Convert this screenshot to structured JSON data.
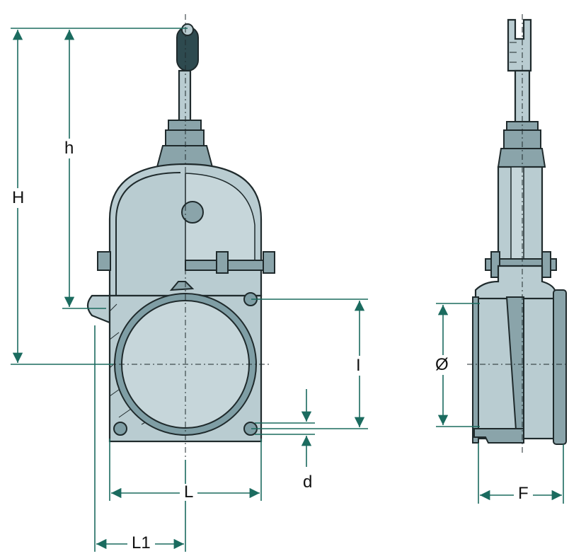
{
  "labels": {
    "H": "H",
    "h": "h",
    "I": "I",
    "d": "d",
    "L": "L",
    "L1": "L1",
    "diameter": "Ø",
    "F": "F"
  },
  "colors": {
    "dimension": "#1b6b5f",
    "body": "#b9ccd1",
    "outline": "#1f2a2c"
  }
}
